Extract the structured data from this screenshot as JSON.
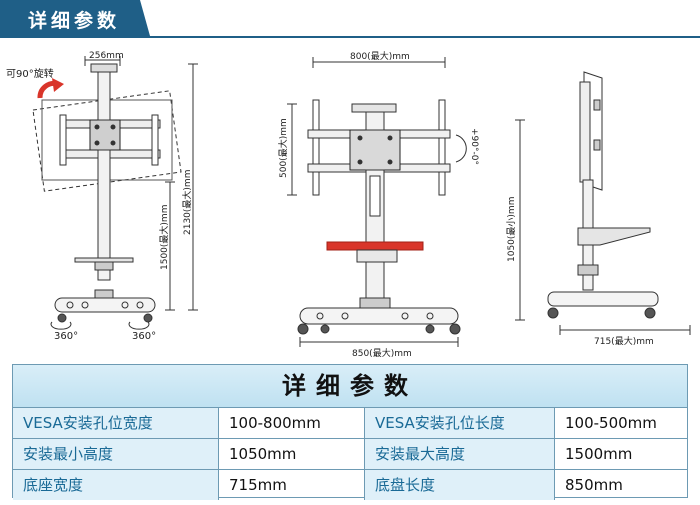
{
  "header": {
    "title": "详细参数"
  },
  "diagram": {
    "rotate_label": "可90°旋转",
    "left_top_width": "256mm",
    "left_height_total": "2130(最大)mm",
    "left_height_mount": "1500(最大)mm",
    "left_swivel_1": "360°",
    "left_swivel_2": "360°",
    "mid_width_top": "800(最大)mm",
    "mid_height_vesa": "500(最大)mm",
    "mid_tilt": "+90°-0°",
    "mid_base_width": "850(最大)mm",
    "right_height_min": "1050(最小)mm",
    "right_base_depth": "715(最大)mm"
  },
  "table": {
    "title": "详细参数",
    "rows": [
      {
        "label1": "VESA安装孔位宽度",
        "value1": "100-800mm",
        "label2": "VESA安装孔位长度",
        "value2": "100-500mm"
      },
      {
        "label1": "安装最小高度",
        "value1": "1050mm",
        "label2": "安装最大高度",
        "value2": "1500mm"
      },
      {
        "label1": "底座宽度",
        "value1": "715mm",
        "label2": "底盘长度",
        "value2": "850mm"
      }
    ]
  },
  "colors": {
    "header_blue": "#1f5f87",
    "table_border": "#6d9ab3",
    "label_text": "#1a6a96",
    "accent_red": "#d9352a"
  }
}
